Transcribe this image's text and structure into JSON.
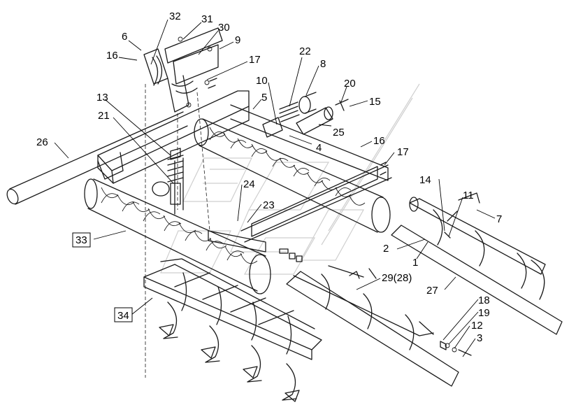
{
  "labels": {
    "l32": "32",
    "l31": "31",
    "l30": "30",
    "l6": "6",
    "l9": "9",
    "l16a": "16",
    "l22": "22",
    "l8": "8",
    "l17a": "17",
    "l10": "10",
    "l20": "20",
    "l13": "13",
    "l5": "5",
    "l15": "15",
    "l21": "21",
    "l26": "26",
    "l25": "25",
    "l16b": "16",
    "l4": "4",
    "l17b": "17",
    "l14": "14",
    "l11": "11",
    "l24": "24",
    "l7": "7",
    "l23": "23",
    "l33": "33",
    "l2": "2",
    "l1": "1",
    "l29": "29(28)",
    "l27": "27",
    "l34": "34",
    "l18": "18",
    "l19": "19",
    "l12": "12",
    "l3": "3"
  }
}
